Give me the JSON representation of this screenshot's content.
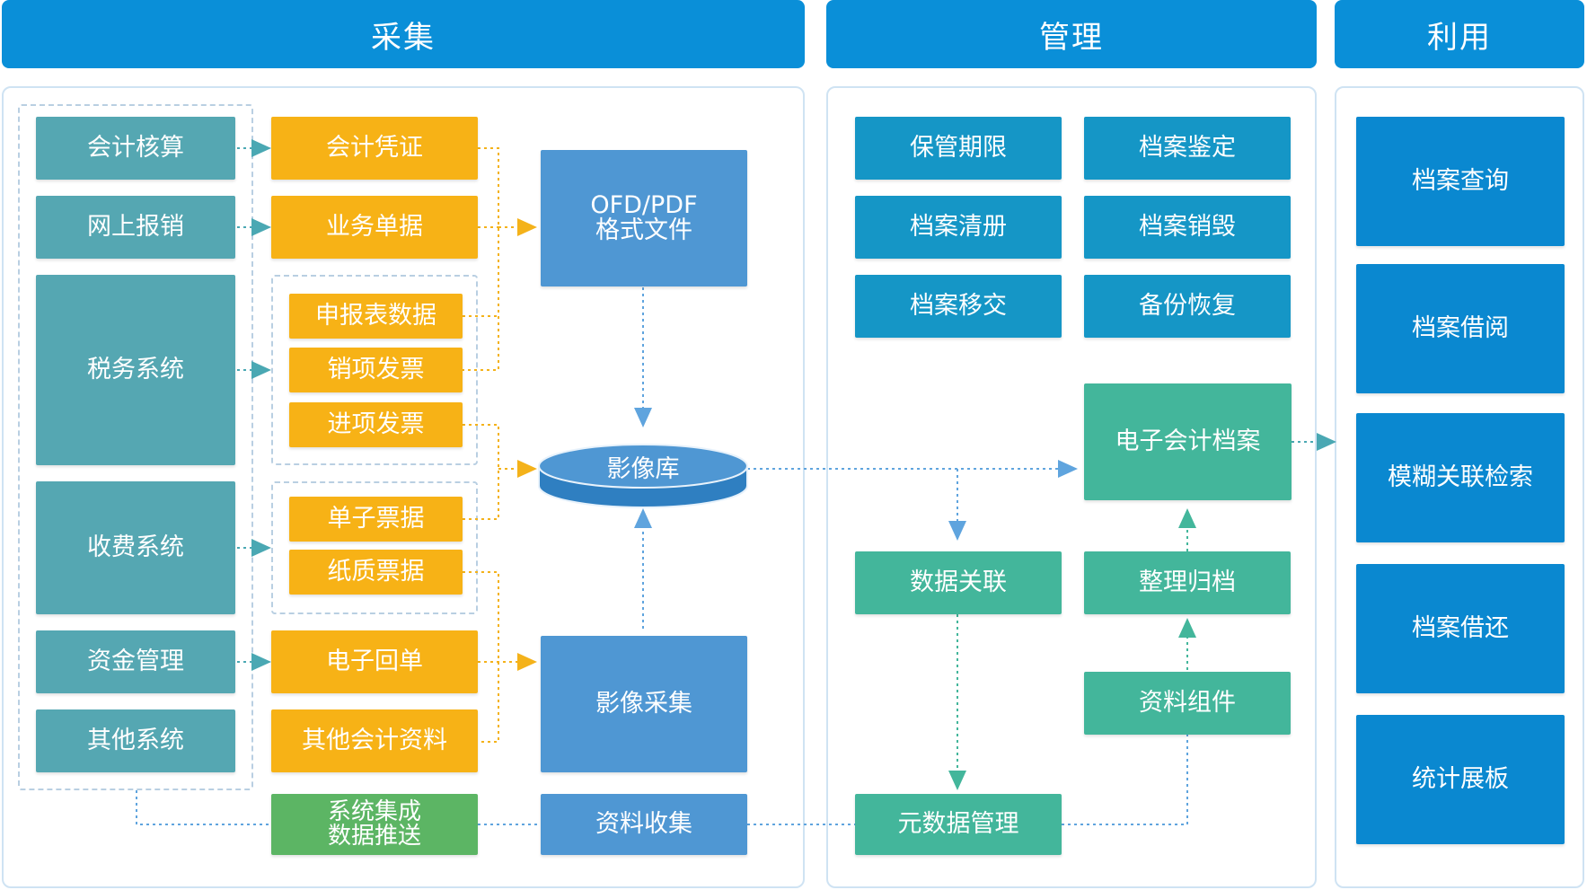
{
  "headers": {
    "collect": "采集",
    "manage": "管理",
    "use": "利用"
  },
  "collect": {
    "sources": {
      "accounting": "会计核算",
      "online_reimburse": "网上报销",
      "tax_system": "税务系统",
      "fee_system": "收费系统",
      "fund_mgmt": "资金管理",
      "other_system": "其他系统"
    },
    "docs": {
      "voucher": "会计凭证",
      "business_doc": "业务单据",
      "tax_report": "申报表数据",
      "sales_invoice": "销项发票",
      "purchase_invoice": "进项发票",
      "e_ticket": "单子票据",
      "paper_ticket": "纸质票据",
      "e_receipt": "电子回单",
      "other_material": "其他会计资料",
      "integration_line1": "系统集成",
      "integration_line2": "数据推送"
    },
    "ofd_line1": "OFD/PDF",
    "ofd_line2": "格式文件",
    "image_db": "影像库",
    "image_capture": "影像采集",
    "material_collect": "资料收集"
  },
  "manage": {
    "retention": "保管期限",
    "appraisal": "档案鉴定",
    "inventory": "档案清册",
    "destroy": "档案销毁",
    "transfer": "档案移交",
    "backup": "备份恢复",
    "e_archive": "电子会计档案",
    "data_link": "数据关联",
    "organize": "整理归档",
    "material_group": "资料组件",
    "metadata": "元数据管理"
  },
  "use": {
    "query": "档案查询",
    "borrow": "档案借阅",
    "fuzzy_search": "模糊关联检索",
    "return": "档案借还",
    "dashboard": "统计展板"
  },
  "colors": {
    "header": "#0a8fd8",
    "source_teal": "#55a7b2",
    "doc_yellow": "#f7b216",
    "process_blue": "#4f97d3",
    "manage_cyan": "#1596c6",
    "manage_green": "#43b69b",
    "use_blue": "#0a88d0"
  }
}
